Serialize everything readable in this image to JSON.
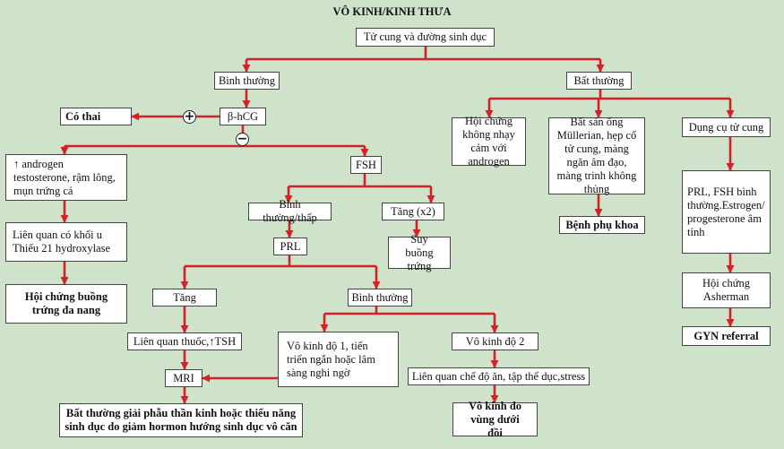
{
  "title": "VÔ KINH/KINH THƯA",
  "arrow_color": "#d42027",
  "signs": {
    "positive": "+",
    "negative": "−"
  },
  "nodes": {
    "root": "Tử cung và đường sinh dục",
    "normal": "Bình thường",
    "abnormal": "Bất thường",
    "bhcg": "β-hCG",
    "pregnant": "Có thai",
    "androgen": "↑ androgen testosterone, rậm lông, mụn trứng cá",
    "tumor": "Liên quan có khối u Thiếu 21 hydroxylase",
    "pcos": "Hội chứng buồng trứng đa nang",
    "fsh": "FSH",
    "fsh_normal_low": "Bình thường/thấp",
    "fsh_high": "Tăng (x2)",
    "ovarian_failure": "Suy buồng trứng",
    "prl": "PRL",
    "prl_high": "Tăng",
    "prl_normal": "Bình thường",
    "drug_tsh": "Liên quan thuốc,↑TSH",
    "mri": "MRI",
    "mri_result": "Bất thường giải phẫu thần kinh hoặc thiểu năng sinh dục do giảm hormon hướng sinh dục vô căn",
    "amen1": "Vô kinh độ 1, tiến triển ngắn hoặc lâm sàng nghi ngờ",
    "amen2": "Vô kinh độ 2",
    "diet": "Liên quan chế độ ăn, tập thể dục,stress",
    "hypothalamic": "Vô kinh do vùng dưới đồi",
    "ais": "Hội chứng không nhạy cảm với androgen",
    "mullerian": "Bất sản ống Müllerian, hẹp cổ tử cung, màng ngăn âm đạo, màng trinh không thủng",
    "gyn": "Bệnh phụ khoa",
    "iud": "Dụng cụ tử cung",
    "prl_fsh_normal": "PRL, FSH bình thường.Estrogen/ progesterone âm tính",
    "asherman": "Hội chứng Asherman",
    "gyn_referral": "GYN referral"
  }
}
